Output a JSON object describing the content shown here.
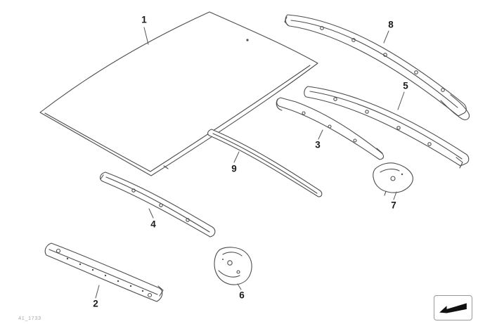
{
  "callouts": [
    {
      "num": "1"
    },
    {
      "num": "2"
    },
    {
      "num": "3"
    },
    {
      "num": "4"
    },
    {
      "num": "5"
    },
    {
      "num": "6"
    },
    {
      "num": "7"
    },
    {
      "num": "8"
    },
    {
      "num": "9"
    }
  ],
  "footer": {
    "diagram_code": "41_1733"
  },
  "colors": {
    "line": "#4d4d4d",
    "label": "#1a1a1a"
  },
  "icons": {
    "nav_arrow": "direction-of-travel-arrow-icon"
  }
}
